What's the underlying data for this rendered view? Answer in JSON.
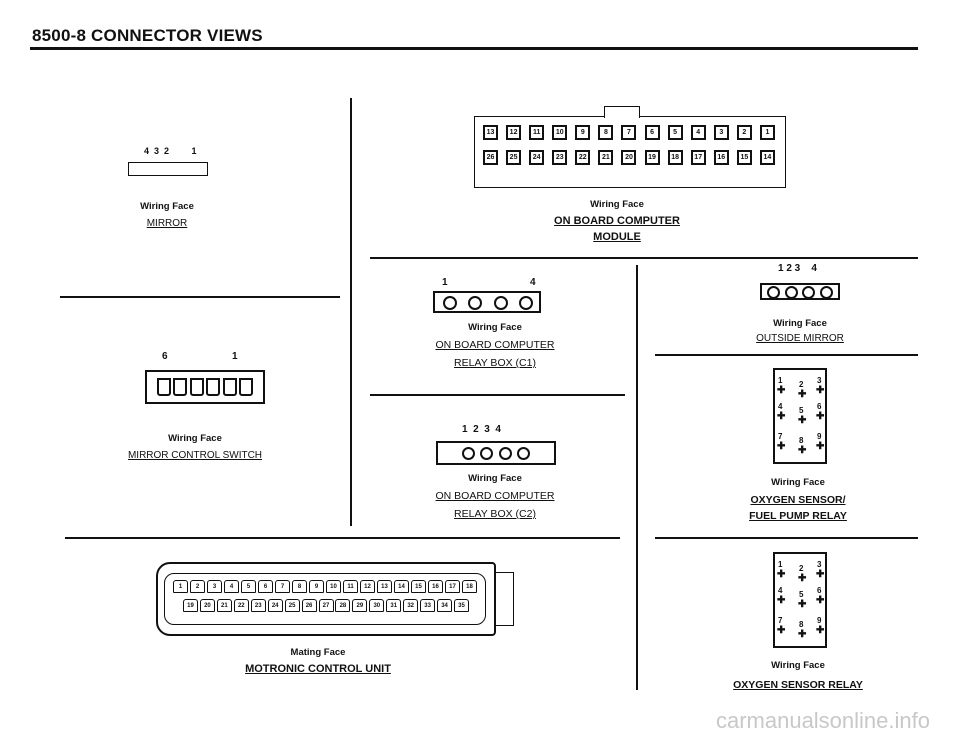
{
  "header": {
    "title": "8500-8   CONNECTOR VIEWS"
  },
  "mirror": {
    "pins": "4  3  2         1",
    "face": "Wiring Face",
    "title": "MIRROR"
  },
  "mirror_switch": {
    "pin_left": "6",
    "pin_right": "1",
    "face": "Wiring Face",
    "title": "MIRROR CONTROL SWITCH"
  },
  "obc_module": {
    "top_row": [
      "13",
      "12",
      "11",
      "10",
      "9",
      "8",
      "7",
      "6",
      "5",
      "4",
      "3",
      "2",
      "1"
    ],
    "bottom_row": [
      "26",
      "25",
      "24",
      "23",
      "22",
      "21",
      "20",
      "19",
      "18",
      "17",
      "16",
      "15",
      "14"
    ],
    "face": "Wiring Face",
    "title1": "ON BOARD COMPUTER",
    "title2": "MODULE"
  },
  "relay_c1": {
    "pin_left": "1",
    "pin_right": "4",
    "face": "Wiring Face",
    "title1": "ON BOARD COMPUTER",
    "title2": "RELAY BOX (C1)"
  },
  "relay_c2": {
    "pins": "1  2  3  4",
    "face": "Wiring Face",
    "title1": "ON BOARD COMPUTER",
    "title2": "RELAY BOX (C2)"
  },
  "outside_mirror": {
    "pins": "1 2 3    4",
    "face": "Wiring Face",
    "title": "OUTSIDE MIRROR"
  },
  "oxygen_fuel": {
    "pins": [
      "1",
      "2",
      "3",
      "4",
      "5",
      "6",
      "7",
      "8",
      "9"
    ],
    "face": "Wiring Face",
    "title1": "OXYGEN SENSOR/",
    "title2": "FUEL PUMP RELAY"
  },
  "motronic": {
    "top_row": [
      "1",
      "2",
      "3",
      "4",
      "5",
      "6",
      "7",
      "8",
      "9",
      "10",
      "11",
      "12",
      "13",
      "14",
      "15",
      "16",
      "17",
      "18"
    ],
    "bottom_row": [
      "19",
      "20",
      "21",
      "22",
      "23",
      "24",
      "25",
      "26",
      "27",
      "28",
      "29",
      "30",
      "31",
      "32",
      "33",
      "34",
      "35"
    ],
    "face": "Mating Face",
    "title": "MOTRONIC CONTROL UNIT"
  },
  "oxygen_relay": {
    "pins": [
      "1",
      "2",
      "3",
      "4",
      "5",
      "6",
      "7",
      "8",
      "9"
    ],
    "face": "Wiring Face",
    "title": "OXYGEN SENSOR RELAY"
  },
  "watermark": "carmanualsonline.info"
}
